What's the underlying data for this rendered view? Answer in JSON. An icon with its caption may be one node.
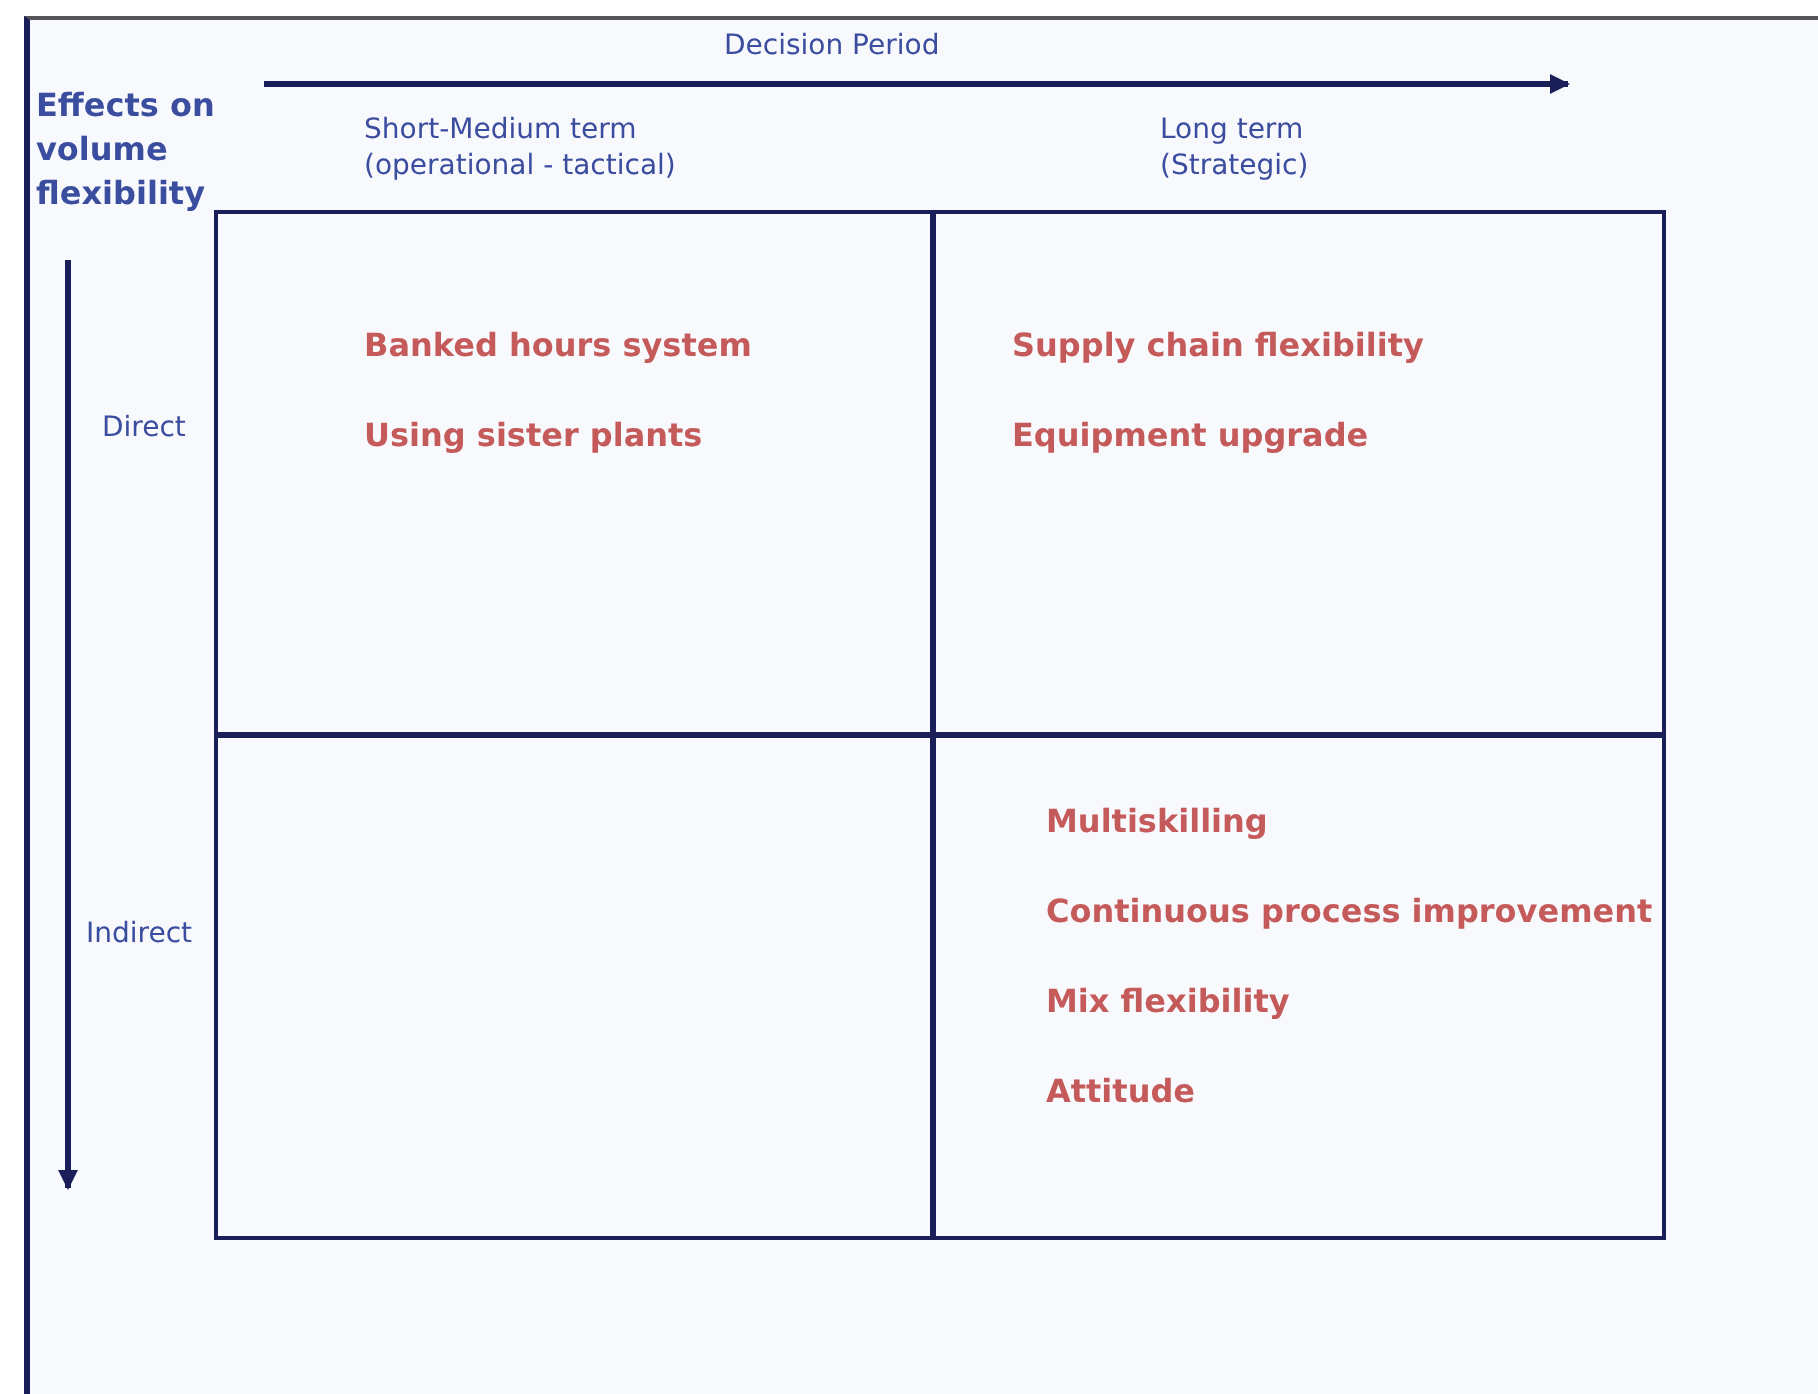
{
  "diagram": {
    "nodes": [
      {
        "text": [
          "Banked hours system",
          "Using sister plants"
        ]
      },
      {
        "text": [
          "Supply chain flexibility",
          "Equipment upgrade"
        ]
      },
      {
        "text": [],
        "shape": "box"
      },
      {
        "text": [
          "Multiskilling",
          "Continuous process improvement",
          "Mix flexibility",
          "Attitude"
        ]
      }
    ],
    "edges": [],
    "labels": [
      "Decision Period",
      "Effects on volume flexibility",
      "Short-Medium term (operational - tactical)",
      "Long term (Strategic)",
      "Direct",
      "Indirect"
    ]
  }
}
